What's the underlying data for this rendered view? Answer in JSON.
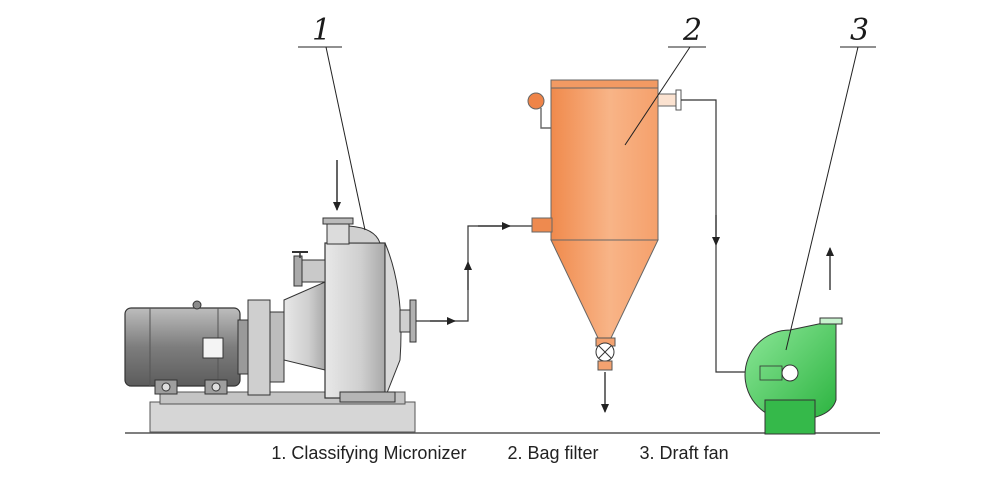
{
  "callouts": {
    "one": "1",
    "two": "2",
    "three": "3"
  },
  "legend": [
    "1. Classifying Micronizer",
    "2. Bag filter",
    "3. Draft fan"
  ],
  "colors": {
    "filter": "#f2955a",
    "fan": "#3cc24f",
    "steel": "#c8c8c8",
    "motor": "#8e8e8e",
    "line": "#333333"
  }
}
